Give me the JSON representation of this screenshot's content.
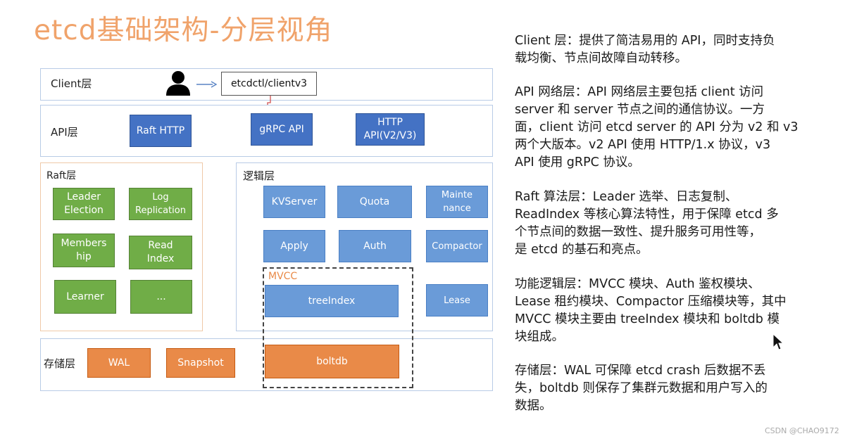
{
  "title": "etcd基础架构-分层视角",
  "client_layer": {
    "label": "Client层",
    "tool": "etcdctl/clientv3",
    "user_icon": "person-icon"
  },
  "api_layer": {
    "label": "API层",
    "items": [
      "Raft HTTP",
      "gRPC API",
      "HTTP\nAPI(V2/V3)"
    ]
  },
  "raft_layer": {
    "label": "Raft层",
    "items": [
      "Leader\nElection",
      "Log\nReplication",
      "Members\nhip",
      "Read\nIndex",
      "Learner",
      "..."
    ]
  },
  "logic_layer": {
    "label": "逻辑层",
    "items": [
      "KVServer",
      "Quota",
      "Mainte\nnance",
      "Apply",
      "Auth",
      "Compactor",
      "treeIndex",
      "Lease"
    ],
    "mvcc_label": "MVCC"
  },
  "storage_layer": {
    "label": "存储层",
    "items": [
      "WAL",
      "Snapshot",
      "boltdb"
    ]
  },
  "description": {
    "client": [
      "Client 层：提供了简洁易用的 API，同时支持负",
      "载均衡、节点间故障自动转移。"
    ],
    "api": [
      "API 网络层：API 网络层主要包括 client 访问",
      "server 和 server 节点之间的通信协议。一方",
      "面，client 访问 etcd server 的 API 分为 v2 和 v3",
      "两个大版本。v2 API 使用 HTTP/1.x 协议，v3",
      "API 使用 gRPC 协议。"
    ],
    "raft": [
      "Raft 算法层：Leader 选举、日志复制、",
      "ReadIndex 等核心算法特性，用于保障 etcd 多",
      "个节点间的数据一致性、提升服务可用性等，",
      "是 etcd 的基石和亮点。"
    ],
    "logic": [
      "功能逻辑层：MVCC 模块、Auth 鉴权模块、",
      "Lease 租约模块、Compactor 压缩模块等，其中",
      "MVCC 模块主要由 treeIndex 模块和 boltdb 模",
      "块组成。"
    ],
    "storage": [
      "存储层：WAL 可保障 etcd crash 后数据不丢",
      "失，boltdb 则保存了集群元数据和用户写入的",
      "数据。"
    ]
  },
  "watermark": "CSDN @CHAO9172"
}
